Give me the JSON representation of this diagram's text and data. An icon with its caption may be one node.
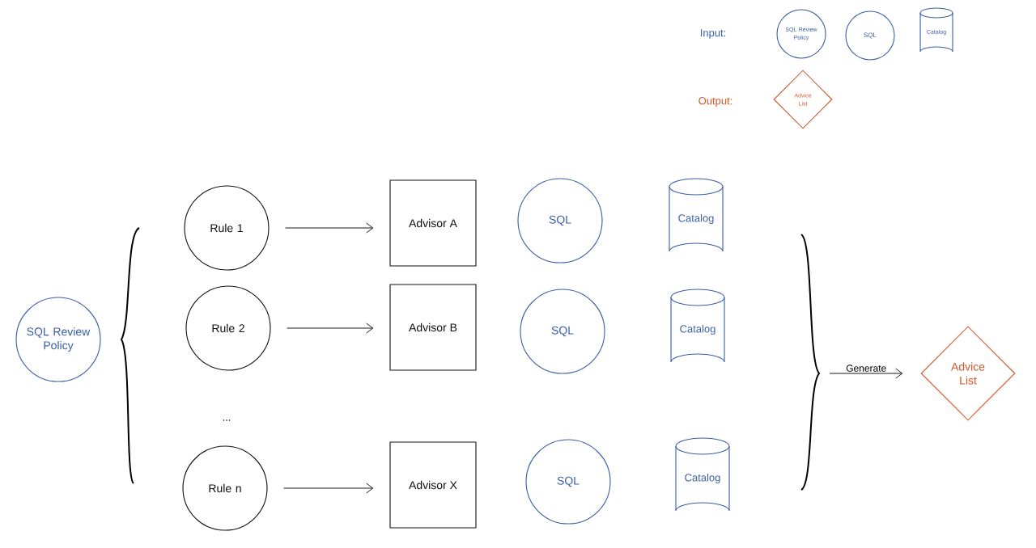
{
  "diagram": {
    "nodes": [
      {
        "text": [
          "SQL Review Policy"
        ]
      },
      {
        "text": [
          "SQL"
        ]
      },
      {
        "text": [
          "Catalog"
        ]
      },
      {
        "text": [
          "Advice List"
        ]
      },
      {
        "text": [
          "SQL Review Policy"
        ]
      },
      {
        "text": [
          "Rule 1"
        ]
      },
      {
        "text": [
          "Advisor A"
        ]
      },
      {
        "text": [
          "SQL"
        ]
      },
      {
        "text": [
          "Catalog"
        ]
      },
      {
        "text": [
          "Rule 2"
        ]
      },
      {
        "text": [
          "Advisor B"
        ]
      },
      {
        "text": [
          "SQL"
        ]
      },
      {
        "text": [
          "Catalog"
        ]
      },
      {
        "text": [
          "Rule n"
        ]
      },
      {
        "text": [
          "Advisor X"
        ]
      },
      {
        "text": [
          "SQL"
        ]
      },
      {
        "text": [
          "Catalog"
        ]
      },
      {
        "text": [
          "Advice List"
        ]
      }
    ],
    "edges": [
      {
        "from": 5,
        "to": 6,
        "arrow": "to"
      },
      {
        "from": 9,
        "to": 10,
        "arrow": "to"
      },
      {
        "from": 13,
        "to": 14,
        "arrow": "to"
      },
      {
        "from": null,
        "to": 17,
        "arrow": "to",
        "label": "Generate"
      }
    ],
    "labels": [
      "Input:",
      "Output:",
      "..."
    ]
  }
}
